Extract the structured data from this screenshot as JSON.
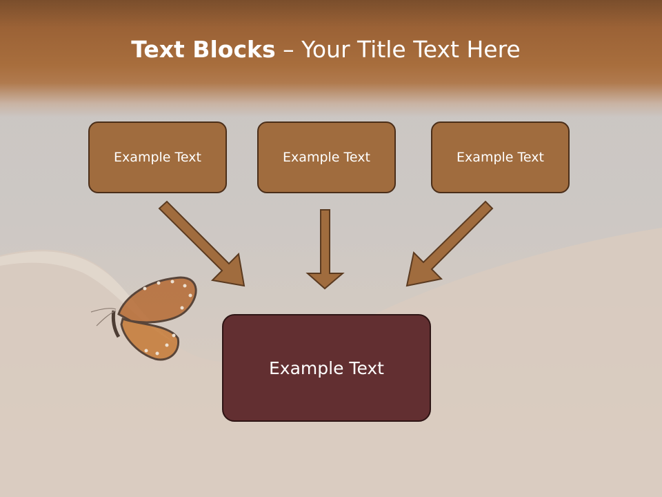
{
  "title": {
    "bold": "Text Blocks",
    "separator": " – ",
    "rest": "Your Title Text Here"
  },
  "source_blocks": [
    {
      "label": "Example Text"
    },
    {
      "label": "Example Text"
    },
    {
      "label": "Example Text"
    }
  ],
  "target_block": {
    "label": "Example Text"
  },
  "colors": {
    "header": "#a86e3d",
    "source_box": "#a06c3e",
    "target_box": "#622f31",
    "arrow": "#a06c3e",
    "arrow_outline": "#5a3a20"
  },
  "decoration": {
    "image": "butterfly-on-curved-surface"
  }
}
